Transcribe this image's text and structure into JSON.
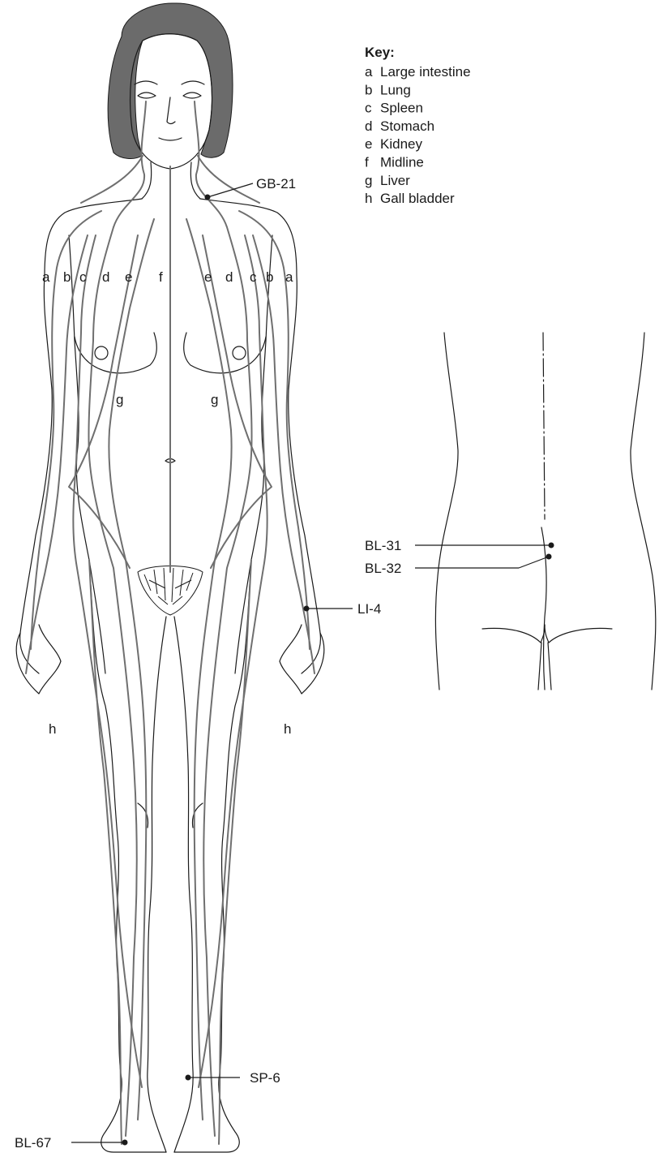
{
  "key": {
    "title": "Key:",
    "items": [
      {
        "letter": "a",
        "name": "Large intestine"
      },
      {
        "letter": "b",
        "name": "Lung"
      },
      {
        "letter": "c",
        "name": "Spleen"
      },
      {
        "letter": "d",
        "name": "Stomach"
      },
      {
        "letter": "e",
        "name": "Kidney"
      },
      {
        "letter": "f",
        "name": "Midline"
      },
      {
        "letter": "g",
        "name": "Liver"
      },
      {
        "letter": "h",
        "name": "Gall bladder"
      }
    ]
  },
  "channel_labels": {
    "left_row": [
      "a",
      "b",
      "c",
      "d",
      "e"
    ],
    "midline": "f",
    "right_row": [
      "e",
      "d",
      "c",
      "b",
      "a"
    ],
    "liver_left": "g",
    "liver_right": "g",
    "gb_left": "h",
    "gb_right": "h"
  },
  "points": {
    "gb21": "GB-21",
    "li4": "LI-4",
    "bl31": "BL-31",
    "bl32": "BL-32",
    "sp6": "SP-6",
    "bl67": "BL-67"
  },
  "colors": {
    "outline": "#1a1a1a",
    "channels": "#6f6f6f",
    "hair": "#6b6b6b"
  }
}
